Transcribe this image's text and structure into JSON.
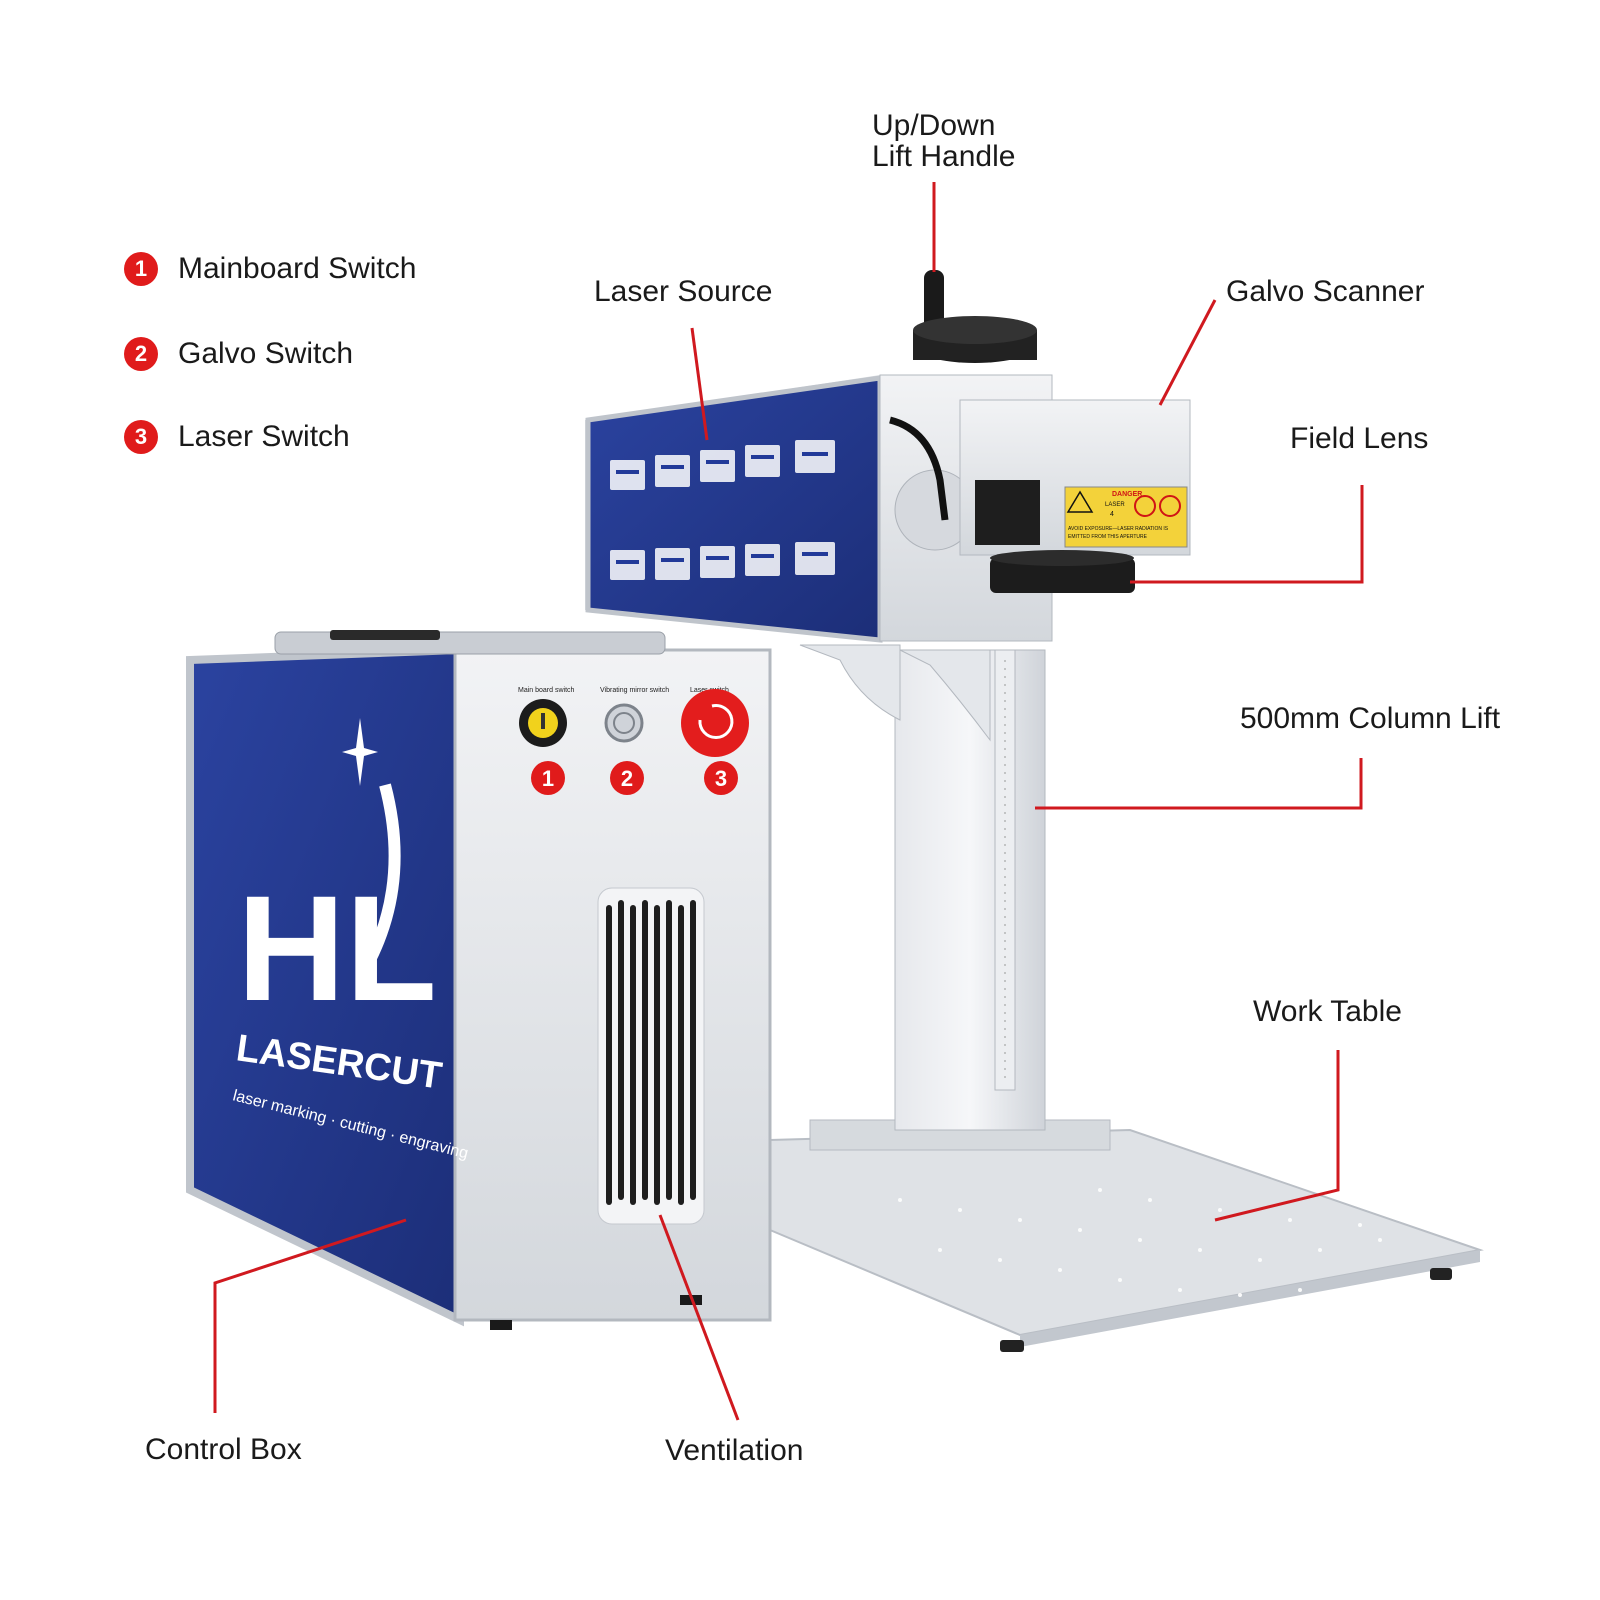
{
  "legend": [
    {
      "num": "1",
      "label": "Mainboard Switch"
    },
    {
      "num": "2",
      "label": "Galvo Switch"
    },
    {
      "num": "3",
      "label": "Laser Switch"
    }
  ],
  "callouts": {
    "lift_handle_1": "Up/Down",
    "lift_handle_2": "Lift Handle",
    "laser_source": "Laser Source",
    "galvo_scanner": "Galvo Scanner",
    "field_lens": "Field Lens",
    "column_lift": "500mm Column Lift",
    "work_table": "Work Table",
    "control_box": "Control Box",
    "ventilation": "Ventilation"
  },
  "machine": {
    "brand_logo": "HL",
    "brand_name": "LASERCUT",
    "tagline": "laser marking · cutting · engraving",
    "switch_labels": [
      "Main board switch",
      "Vibrating mirror switch",
      "Laser switch"
    ],
    "switch_numbers": [
      "1",
      "2",
      "3"
    ],
    "warning_label_1": "DANGER",
    "warning_label_2": "LASER",
    "warning_label_3": "4",
    "warning_label_4": "AVOID EXPOSURE—LASER RADIATION IS",
    "warning_label_5": "EMITTED FROM THIS APERTURE"
  },
  "colors": {
    "accent_red": "#e01b1b",
    "panel_blue": "#23378a",
    "metal": "#cfd3d9"
  }
}
